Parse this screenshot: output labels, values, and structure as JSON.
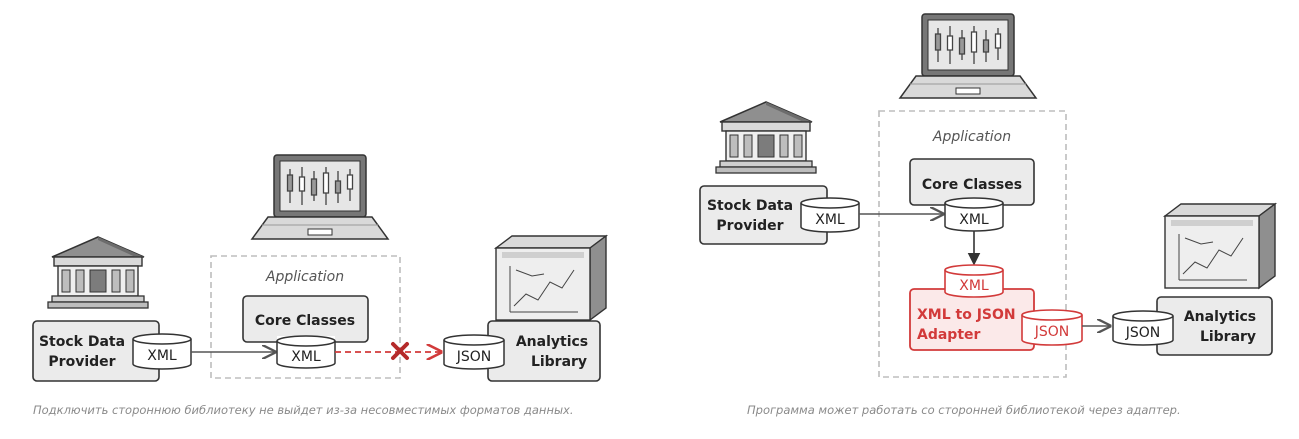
{
  "left": {
    "provider_label_line1": "Stock Data",
    "provider_label_line2": "Provider",
    "provider_format": "XML",
    "app_title": "Application",
    "core_classes": "Core Classes",
    "core_format": "XML",
    "library_format": "JSON",
    "library_label_line1": "Analytics",
    "library_label_line2": "Library",
    "caption": "Подключить стороннюю библиотеку не выйдет из-за несовместимых форматов данных."
  },
  "right": {
    "provider_label_line1": "Stock Data",
    "provider_label_line2": "Provider",
    "provider_format": "XML",
    "app_title": "Application",
    "core_classes": "Core Classes",
    "core_format": "XML",
    "adapter_input_format": "XML",
    "adapter_label_line1": "XML to JSON",
    "adapter_label_line2": "Adapter",
    "adapter_output_format": "JSON",
    "library_format": "JSON",
    "library_label_line1": "Analytics",
    "library_label_line2": "Library",
    "caption": "Программа может работать со сторонней библиотекой через адаптер."
  },
  "colors": {
    "accent_red": "#d23a3a",
    "outline": "#3c3c3c",
    "fill_gray": "#e9e9e9",
    "dashed": "#bdbdbd"
  },
  "icons": [
    "bank-building-icon",
    "laptop-chart-icon",
    "box-chart-icon",
    "cross-mark-icon"
  ]
}
